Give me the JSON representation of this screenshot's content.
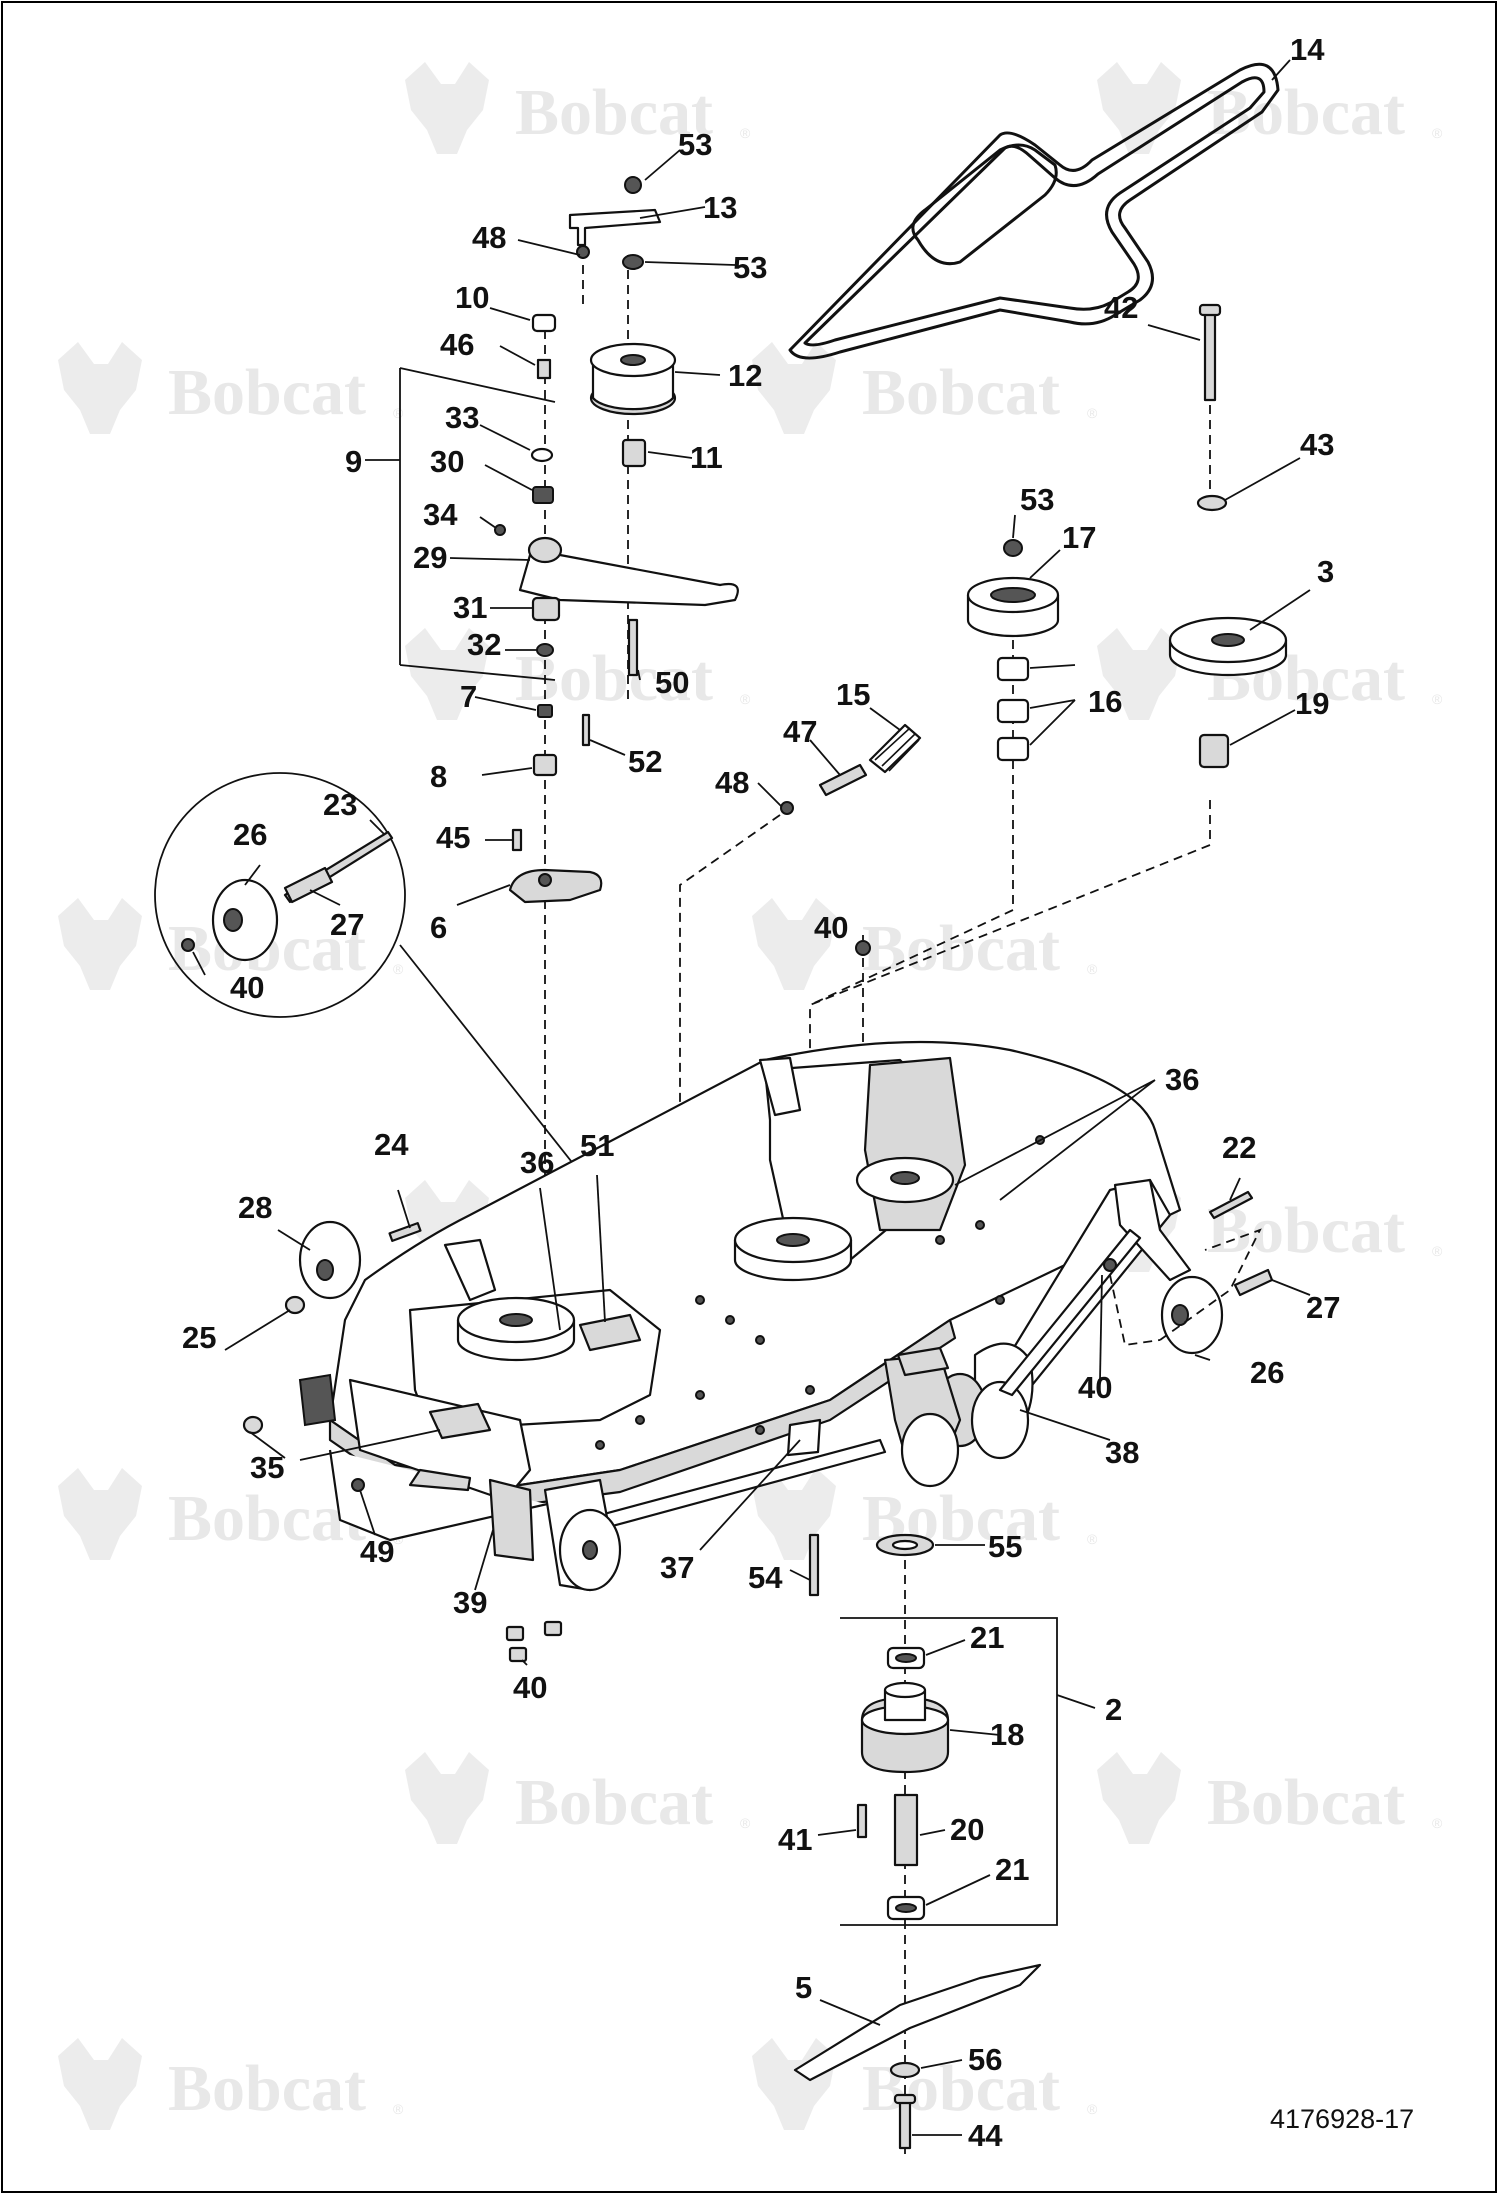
{
  "watermark": {
    "text": "Bobcat",
    "mark": "®"
  },
  "drawing_number": "4176928-17",
  "callouts": [
    "14",
    "53",
    "13",
    "48",
    "53",
    "10",
    "46",
    "12",
    "42",
    "33",
    "11",
    "9",
    "30",
    "43",
    "53",
    "34",
    "17",
    "29",
    "3",
    "31",
    "32",
    "50",
    "16",
    "7",
    "19",
    "15",
    "52",
    "47",
    "8",
    "48",
    "23",
    "45",
    "26",
    "6",
    "27",
    "40",
    "40",
    "36",
    "24",
    "51",
    "36",
    "22",
    "28",
    "27",
    "25",
    "26",
    "40",
    "35",
    "38",
    "49",
    "37",
    "55",
    "54",
    "39",
    "21",
    "40",
    "2",
    "18",
    "41",
    "20",
    "21",
    "5",
    "56",
    "44"
  ]
}
